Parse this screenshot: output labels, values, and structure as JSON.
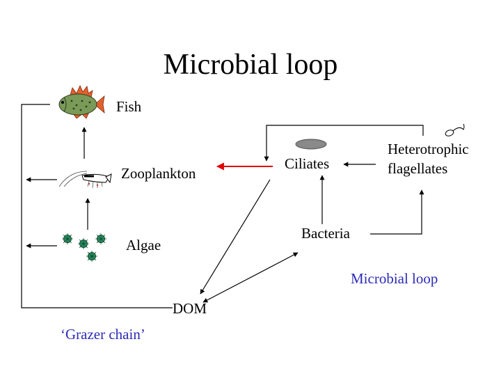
{
  "title": "Microbial loop",
  "nodes": {
    "fish": "Fish",
    "zooplankton": "Zooplankton",
    "algae": "Algae",
    "dom": "DOM",
    "ciliates": "Ciliates",
    "heterotrophic_line1": "Heterotrophic",
    "heterotrophic_line2": "flagellates",
    "bacteria": "Bacteria"
  },
  "captions": {
    "microbial_loop": "Microbial loop",
    "grazer_chain": "‘Grazer chain’"
  },
  "colors": {
    "caption_blue": "#2b2bb8",
    "highlight_arrow": "#e00000"
  },
  "icons": [
    "fish-icon",
    "zooplankton-icon",
    "algae-icon",
    "ciliate-icon",
    "flagellate-icon"
  ]
}
